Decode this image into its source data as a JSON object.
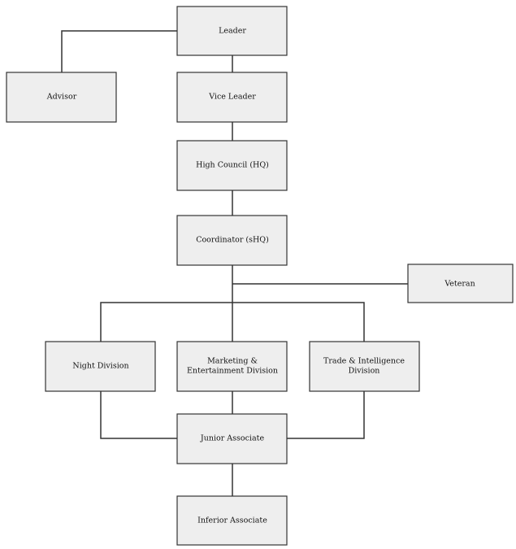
{
  "nodes": {
    "leader": "Leader",
    "advisor": "Advisor",
    "vice_leader": "Vice Leader",
    "high_council": "High Council (HQ)",
    "coordinator": "Coordinator (sHQ)",
    "veteran": "Veteran",
    "night_division": "Night Division",
    "marketing_line1": "Marketing &",
    "marketing_line2": "Entertainment Division",
    "trade_line1": "Trade & Intelligence",
    "trade_line2": "Division",
    "junior_associate": "Junior Associate",
    "inferior_associate": "Inferior Associate"
  }
}
